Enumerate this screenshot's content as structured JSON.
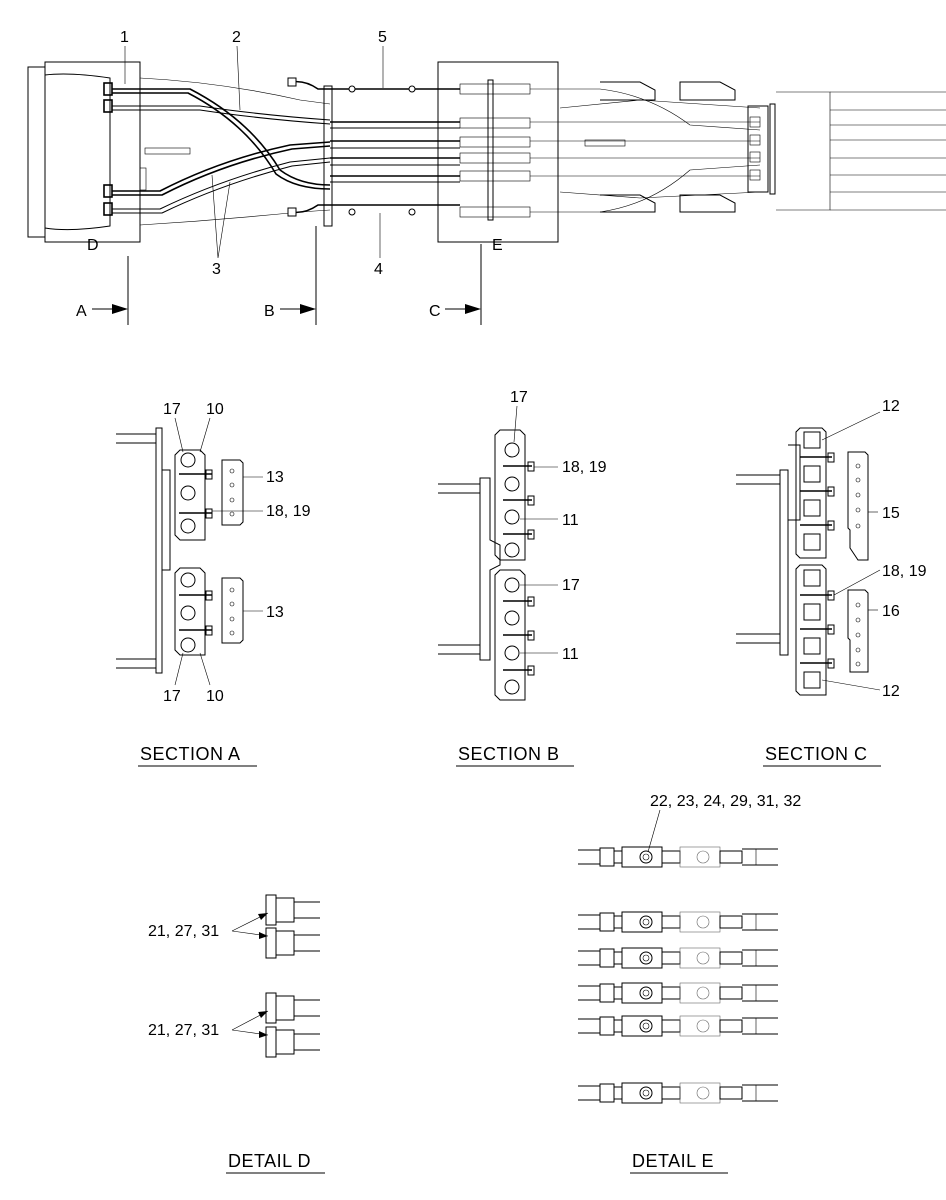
{
  "callouts": {
    "top_1": "1",
    "top_2": "2",
    "top_5": "5",
    "top_3": "3",
    "top_4": "4",
    "top_D": "D",
    "top_E": "E",
    "arrow_A": "A",
    "arrow_B": "B",
    "arrow_C": "C",
    "secA_17_top": "17",
    "secA_10_top": "10",
    "secA_13_top": "13",
    "secA_18_19": "18, 19",
    "secA_13_bottom": "13",
    "secA_17_bottom": "17",
    "secA_10_bottom": "10",
    "secB_17_top": "17",
    "secB_18_19": "18, 19",
    "secB_11_top": "11",
    "secB_17_mid": "17",
    "secB_11_bottom": "11",
    "secC_12_top": "12",
    "secC_15": "15",
    "secC_18_19": "18, 19",
    "secC_16": "16",
    "secC_12_bottom": "12",
    "detD_upper": "21, 27, 31",
    "detD_lower": "21, 27, 31",
    "detE_top": "22, 23, 24, 29, 31, 32"
  },
  "titles": {
    "section_a": "SECTION  A",
    "section_b": "SECTION  B",
    "section_c": "SECTION  C",
    "detail_d": "DETAIL  D",
    "detail_e": "DETAIL  E"
  }
}
